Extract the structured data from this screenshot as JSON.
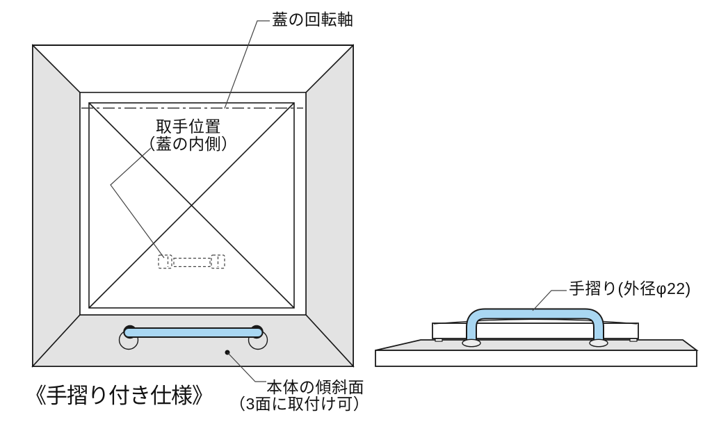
{
  "title": "《手摺り付き仕様》",
  "labels": {
    "rotation_axis": "蓋の回転軸",
    "handle_position_line1": "取手位置",
    "handle_position_line2": "（蓋の内側）",
    "handrail": "手摺り(外径φ22)",
    "slope_line1": "本体の傾斜面",
    "slope_line2": "（3面に取付け可）"
  },
  "colors": {
    "handrail_blue": "#a9d7f2",
    "face_gray": "#e3e3e3",
    "outline": "#1a1a1a"
  }
}
